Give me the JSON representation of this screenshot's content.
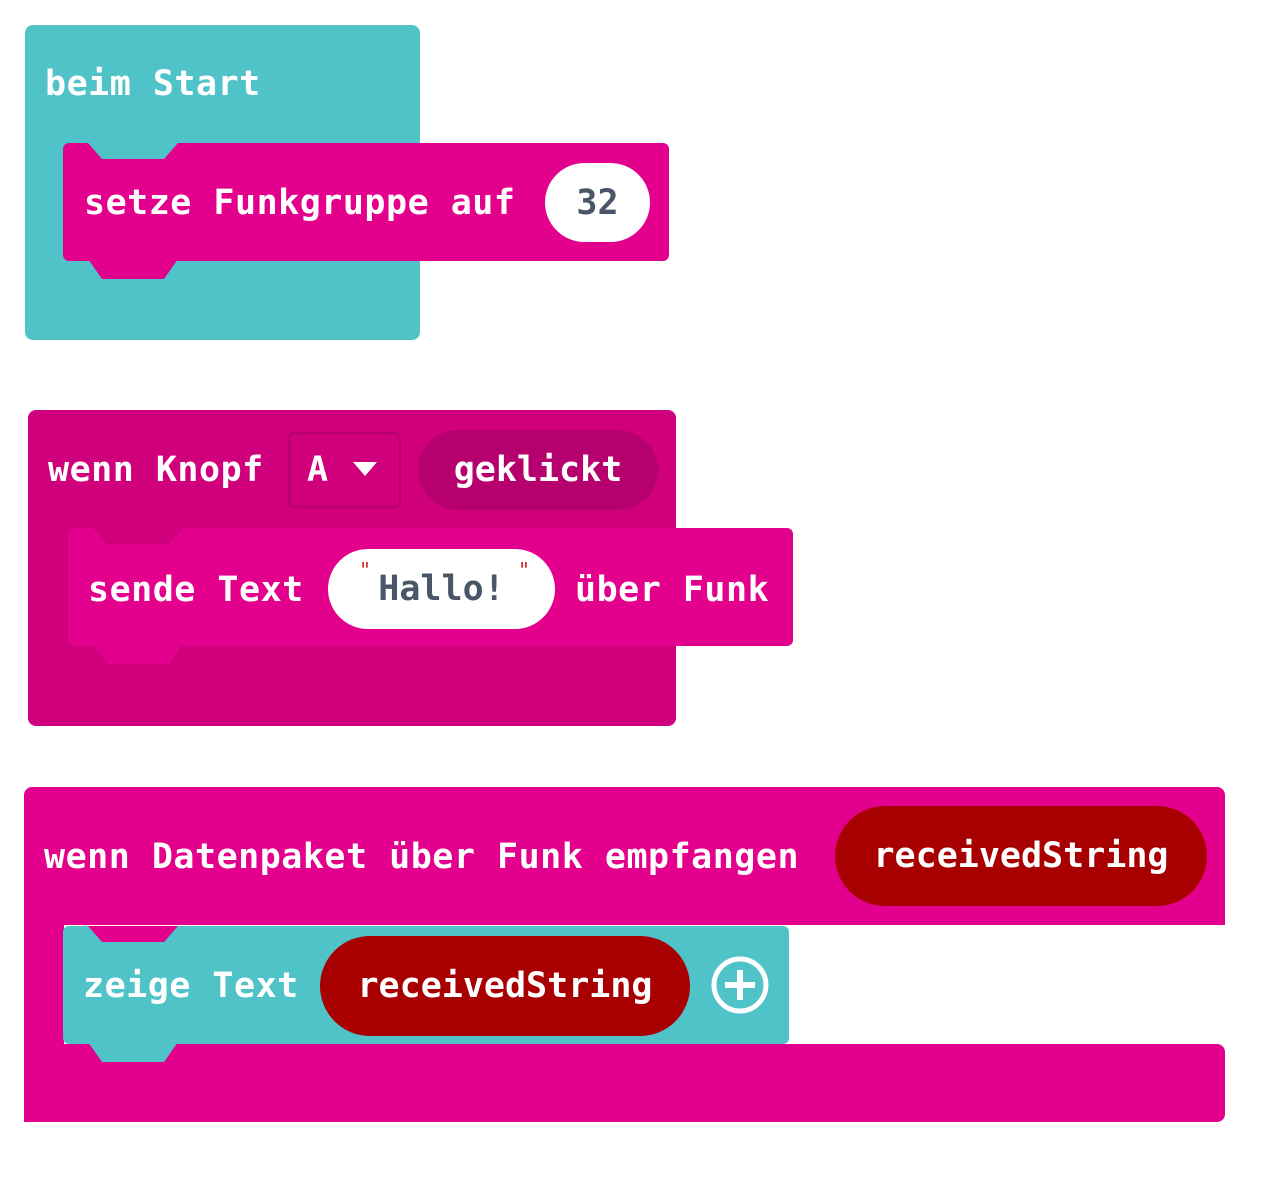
{
  "colors": {
    "teal": "#4fc3c8",
    "magenta": "#e3008c",
    "magenta_dark": "#d0007c",
    "dark_red": "#a80000",
    "white": "#ffffff"
  },
  "block_on_start": {
    "hat_label": "beim Start",
    "statement": {
      "label": "setze Funkgruppe auf",
      "value": "32"
    }
  },
  "block_button": {
    "label_wenn": "wenn Knopf",
    "dropdown_value": "A",
    "dropdown_icon": "caret-down-icon",
    "event_label": "geklickt",
    "statement": {
      "label_send": "sende Text",
      "string_value": "Hallo!",
      "label_over": "über Funk"
    }
  },
  "block_radio": {
    "hat_label": "wenn Datenpaket über Funk empfangen",
    "variable": "receivedString",
    "statement": {
      "label": "zeige Text",
      "variable": "receivedString",
      "add_icon": "plus-circle-icon"
    }
  }
}
